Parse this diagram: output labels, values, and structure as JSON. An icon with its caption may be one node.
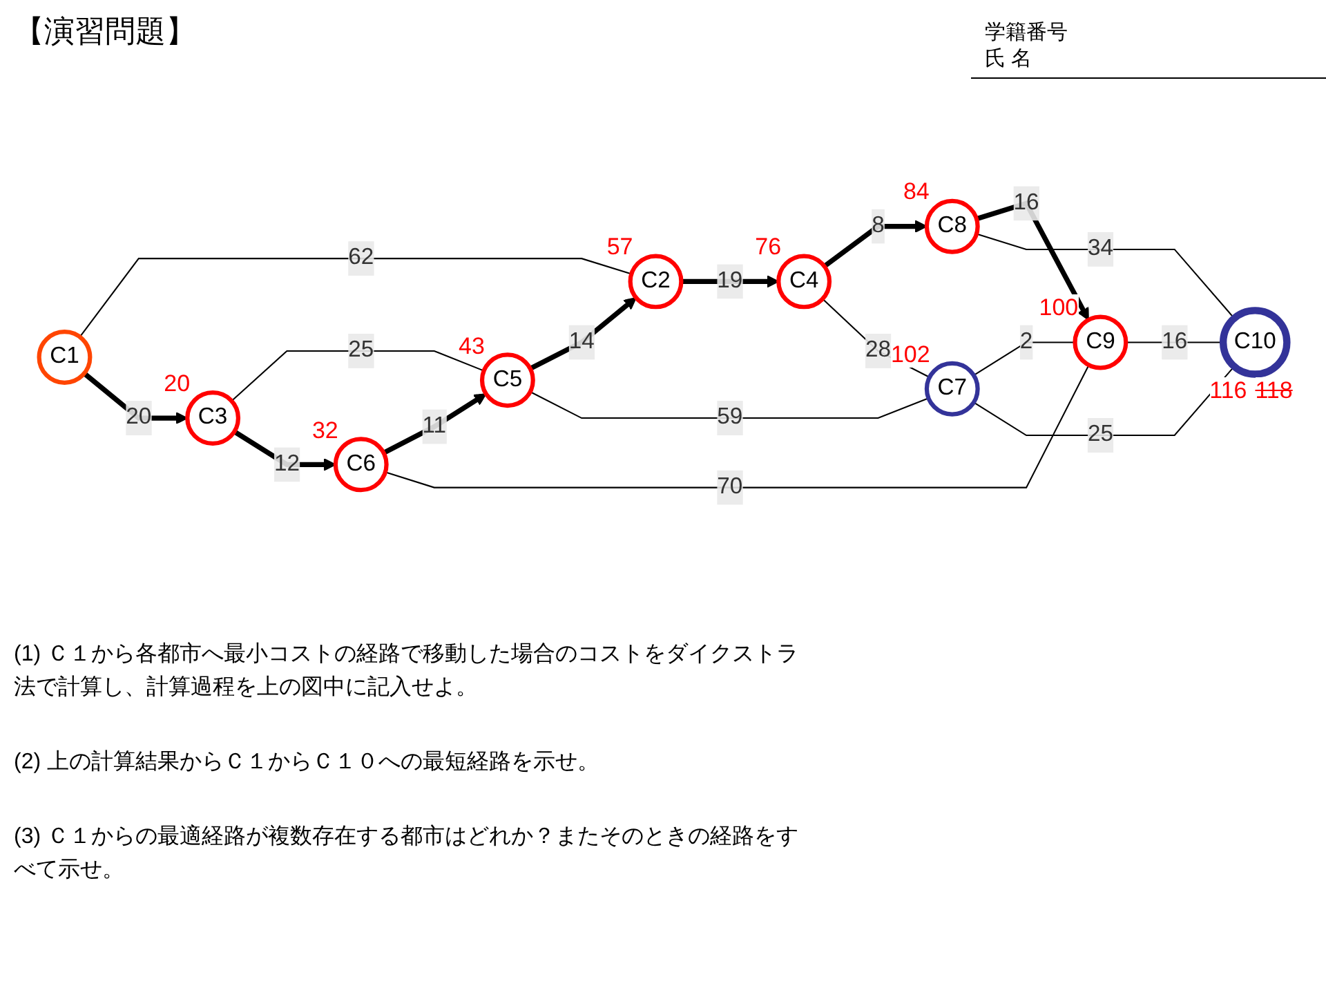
{
  "diagram": {
    "title": "【演習問題】",
    "nodes": [
      {
        "text": [
          "C1"
        ]
      },
      {
        "text": [
          "C2"
        ],
        "beside": [
          "57"
        ]
      },
      {
        "text": [
          "C3"
        ],
        "beside": [
          "20"
        ]
      },
      {
        "text": [
          "C4"
        ],
        "beside": [
          "76"
        ]
      },
      {
        "text": [
          "C5"
        ],
        "beside": [
          "43"
        ]
      },
      {
        "text": [
          "C6"
        ],
        "beside": [
          "32"
        ]
      },
      {
        "text": [
          "C7"
        ],
        "beside": [
          "102"
        ]
      },
      {
        "text": [
          "C8"
        ],
        "beside": [
          "84"
        ]
      },
      {
        "text": [
          "C9"
        ],
        "beside": [
          "100"
        ]
      },
      {
        "text": [
          "C10"
        ],
        "beside": [
          "116",
          "118"
        ]
      }
    ],
    "edges": [
      {
        "from": 0,
        "to": 1,
        "arrow": "none",
        "label": "62"
      },
      {
        "from": 0,
        "to": 2,
        "arrow": "to",
        "label": "20",
        "style": "thick"
      },
      {
        "from": 1,
        "to": 3,
        "arrow": "to",
        "label": "19",
        "style": "thick"
      },
      {
        "from": 3,
        "to": 7,
        "arrow": "to",
        "label": "8",
        "style": "thick"
      },
      {
        "from": 3,
        "to": 6,
        "arrow": "none",
        "label": "28"
      },
      {
        "from": 4,
        "to": 1,
        "arrow": "to",
        "label": "14",
        "style": "thick"
      },
      {
        "from": 4,
        "to": 6,
        "arrow": "none",
        "label": "59"
      },
      {
        "from": 2,
        "to": 4,
        "arrow": "none",
        "label": "25"
      },
      {
        "from": 2,
        "to": 5,
        "arrow": "to",
        "label": "12",
        "style": "thick"
      },
      {
        "from": 5,
        "to": 4,
        "arrow": "to",
        "label": "11",
        "style": "thick"
      },
      {
        "from": 5,
        "to": 8,
        "arrow": "none",
        "label": "70"
      },
      {
        "from": 6,
        "to": 8,
        "arrow": "none",
        "label": "2"
      },
      {
        "from": 6,
        "to": 9,
        "arrow": "none",
        "label": "25"
      },
      {
        "from": 7,
        "to": 8,
        "arrow": "to",
        "label": "16",
        "style": "thick"
      },
      {
        "from": 7,
        "to": 9,
        "arrow": "none",
        "label": "34"
      },
      {
        "from": 8,
        "to": 9,
        "arrow": "none",
        "label": "16"
      }
    ],
    "labels": [
      "学籍番号",
      "氏 名",
      "(1) Ｃ１から各都市へ最小コストの経路で移動した場合のコストをダイクストラ法で計算し、計算過程を上の図中に記入せよ。",
      "(2) 上の計算結果からＣ１からＣ１０への最短経路を示せ。",
      "(3) Ｃ１からの最適経路が複数存在する都市はどれか？またそのときの経路をすべて示せ。"
    ]
  }
}
